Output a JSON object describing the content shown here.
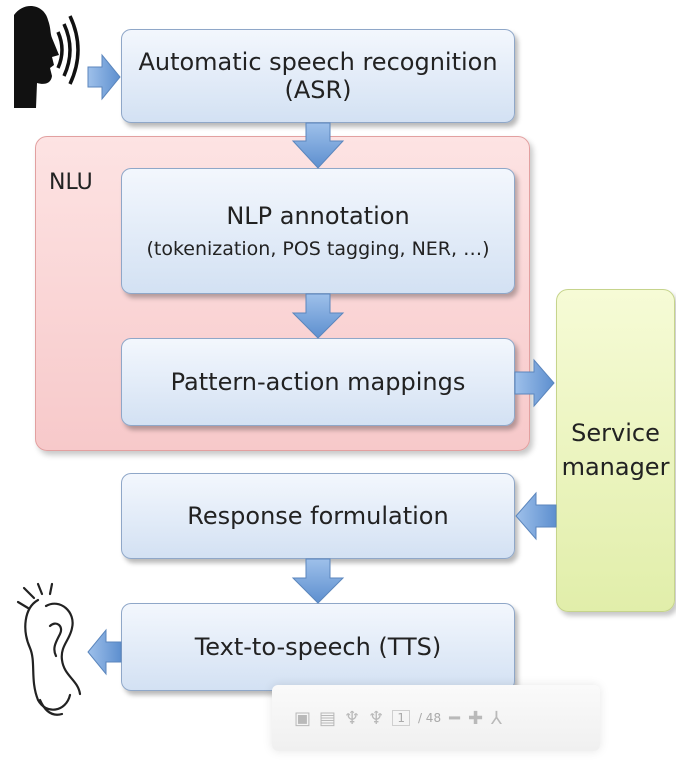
{
  "nlu": {
    "label": "NLU"
  },
  "asr": {
    "label": "Automatic speech recognition (ASR)"
  },
  "nlp": {
    "label": "NLP annotation",
    "sublabel": "(tokenization, POS tagging, NER, …)"
  },
  "pattern": {
    "label": "Pattern-action mappings"
  },
  "service": {
    "line1": "Service",
    "line2": "manager"
  },
  "response": {
    "label": "Response formulation"
  },
  "tts": {
    "label": "Text-to-speech (TTS)"
  },
  "toolbar": {
    "page_box": "1",
    "page_total": "/ 48"
  },
  "icons": [
    "speaking-head-icon",
    "listening-ear-icon",
    "print-icon",
    "zoom-in-icon",
    "zoom-out-icon"
  ],
  "colors": {
    "box_fill": "#dbe6f5",
    "box_border": "#8fa7c8",
    "nlu_fill": "#f9d2d3",
    "service_fill": "#ecf5c0",
    "arrow": "#6f9bd1"
  }
}
